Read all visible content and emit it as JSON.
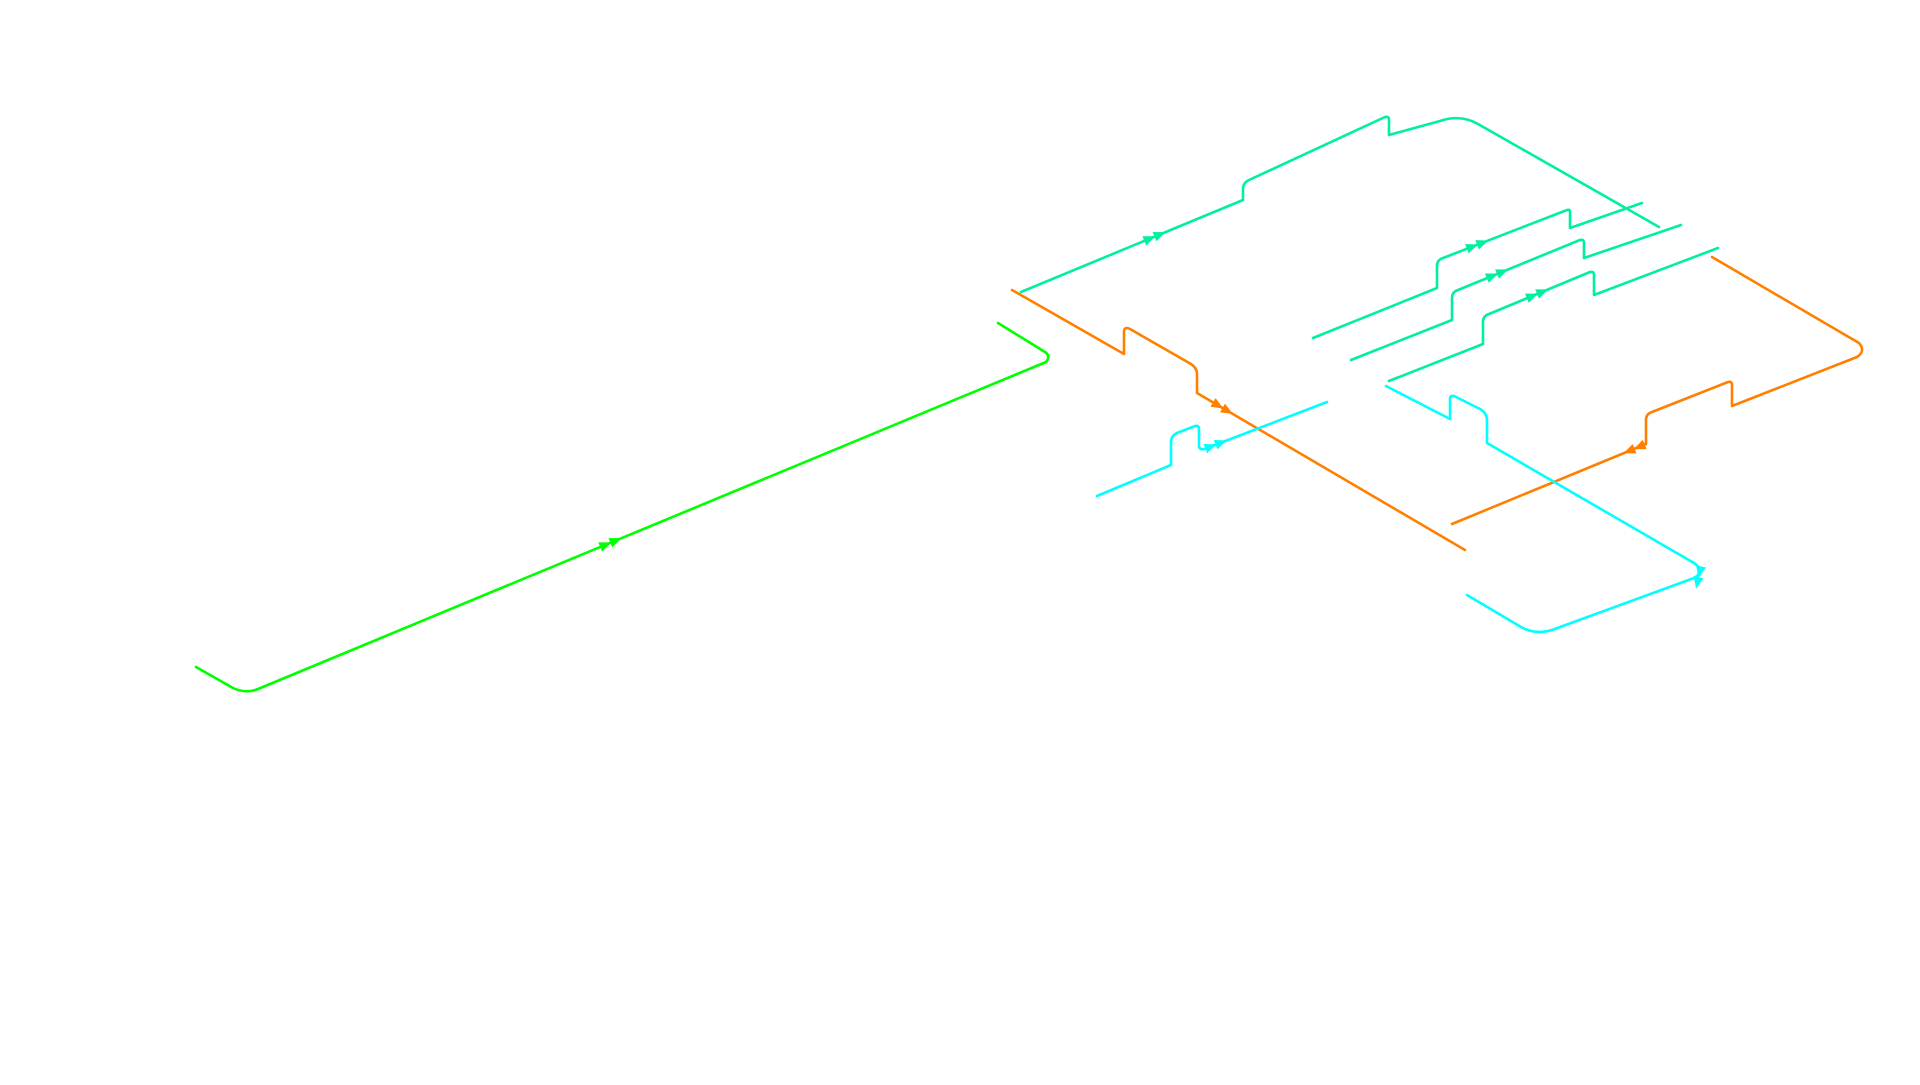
{
  "diagram": {
    "background": "#ffffff",
    "lines": [
      {
        "name": "green-pipe-line",
        "color": "#00ff00",
        "arrow_direction": "forward"
      },
      {
        "name": "teal-pipe-line-top",
        "color": "#00f0a0",
        "arrow_direction": "forward"
      },
      {
        "name": "teal-pipe-line-a",
        "color": "#00f0a0",
        "arrow_direction": "forward"
      },
      {
        "name": "teal-pipe-line-b",
        "color": "#00f0a0",
        "arrow_direction": "forward"
      },
      {
        "name": "teal-pipe-line-c",
        "color": "#00f0a0",
        "arrow_direction": "forward"
      },
      {
        "name": "orange-pipe-line-left",
        "color": "#ff8000",
        "arrow_direction": "forward"
      },
      {
        "name": "orange-pipe-line-right",
        "color": "#ff8000",
        "arrow_direction": "backward"
      },
      {
        "name": "cyan-pipe-line-small",
        "color": "#00ffff",
        "arrow_direction": "forward"
      },
      {
        "name": "cyan-pipe-line-right",
        "color": "#00ffff",
        "arrow_direction": "backward"
      }
    ]
  }
}
